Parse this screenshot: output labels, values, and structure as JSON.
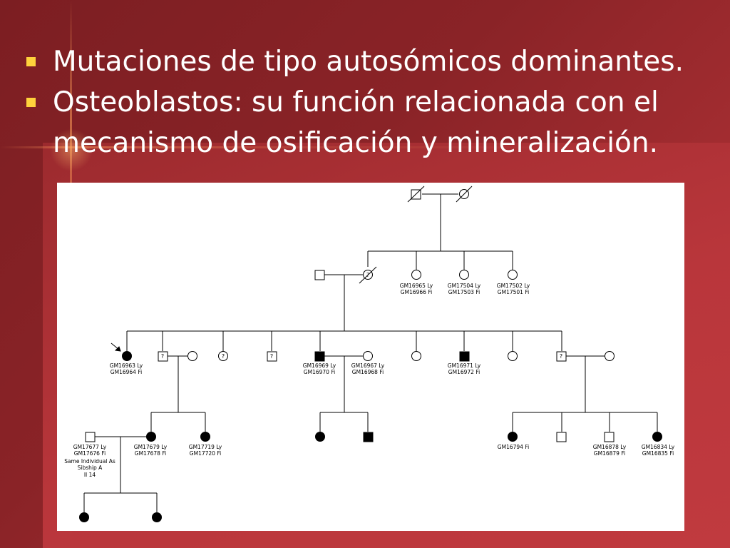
{
  "bullets": [
    {
      "lines": [
        "Mutaciones de tipo autosómicos dominantes."
      ]
    },
    {
      "lines": [
        "Osteoblastos:  su función relacionada con el",
        "mecanismo de osificación y mineralización."
      ]
    }
  ],
  "pedigree": {
    "unknown_mark": "?",
    "labels": {
      "g2_a": [
        "GM16965 Ly",
        "GM16966 Fi"
      ],
      "g2_b": [
        "GM17504 Ly",
        "GM17503 Fi"
      ],
      "g2_c": [
        "GM17502 Ly",
        "GM17501 Fi"
      ],
      "g3_proband": [
        "GM16963 Ly",
        "GM16964 Fi"
      ],
      "g3_male_affected": [
        "GM16969 Ly",
        "GM16970 Fi"
      ],
      "g3_female_spouse": [
        "GM16967 Ly",
        "GM16968 Fi"
      ],
      "g3_male_affected_2": [
        "GM16971 Ly",
        "GM16972 Fi"
      ],
      "g4_male_left": [
        "GM17677 Ly",
        "GM17676 Fi",
        "Same Individual As",
        "Sibship A",
        "II 14"
      ],
      "g4_female_a": [
        "GM17679 Ly",
        "GM17678 Fi"
      ],
      "g4_female_b": [
        "GM17719 Ly",
        "GM17720 Fi"
      ],
      "g4_right_1": [
        "GM16794 Fi"
      ],
      "g4_right_3": [
        "GM16878 Ly",
        "GM16879 Fi"
      ],
      "g4_right_4": [
        "GM16834 Ly",
        "GM16835 Fi"
      ]
    }
  }
}
